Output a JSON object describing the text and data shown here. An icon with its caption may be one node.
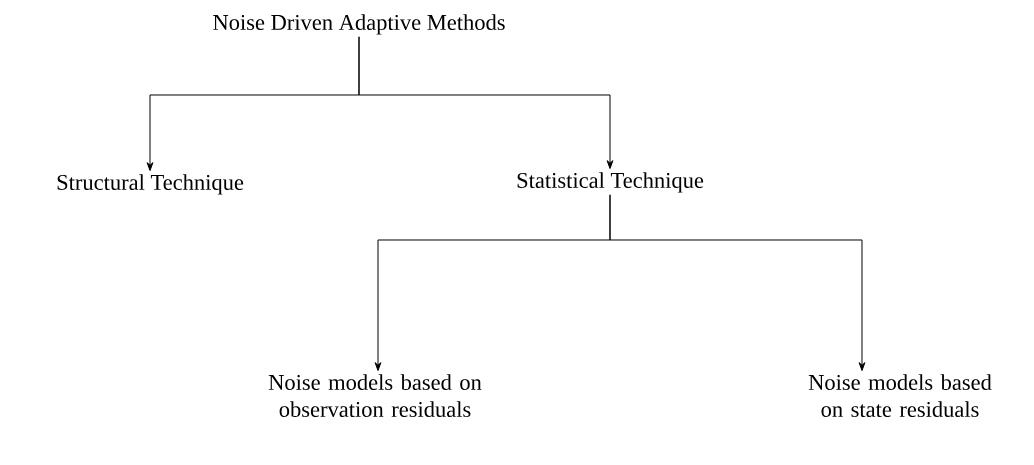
{
  "diagram": {
    "nodes": [
      {
        "text": [
          "Noise Driven Adaptive Methods"
        ]
      },
      {
        "text": [
          "Structural Technique"
        ]
      },
      {
        "text": [
          "Statistical Technique"
        ]
      },
      {
        "text": [
          "Noise models based on observation residuals"
        ]
      },
      {
        "text": [
          "Noise models based on state residuals"
        ]
      }
    ],
    "edges": [
      {
        "from": 0,
        "to": 1,
        "arrow": "to"
      },
      {
        "from": 0,
        "to": 2,
        "arrow": "to"
      },
      {
        "from": 2,
        "to": 3,
        "arrow": "to"
      },
      {
        "from": 2,
        "to": 4,
        "arrow": "to"
      }
    ]
  }
}
